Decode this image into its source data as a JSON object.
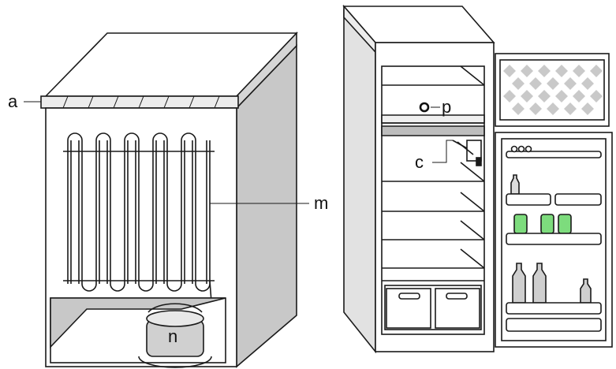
{
  "labels": {
    "a": "a",
    "m": "m",
    "n": "n",
    "p": "p",
    "c": "c"
  },
  "colors": {
    "side_gray": "#c8c8c8",
    "light_gray": "#e4e4e4",
    "can_green": "#7ddc7d",
    "bottle_gray": "#cfcfcf",
    "tile_gray": "#c9c9c9"
  }
}
